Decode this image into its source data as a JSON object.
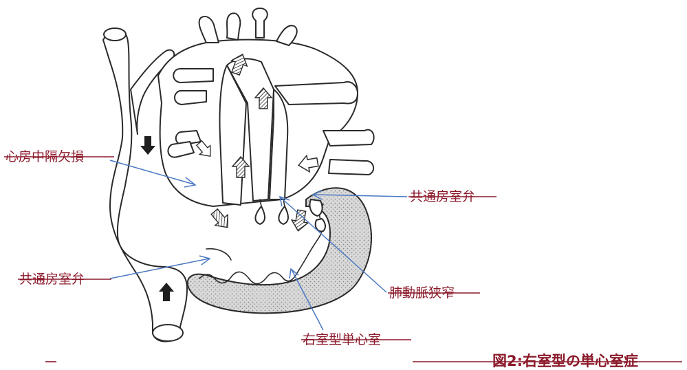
{
  "labels": {
    "atrial_septal_defect": "心房中隔欠損",
    "common_av_valve_right": "共通房室弁",
    "common_av_valve_left": "共通房室弁",
    "pulmonary_stenosis": "肺動脈狭窄",
    "right_ventricular_single_ventricle": "右室型単心室"
  },
  "caption": "図2:右室型の単心室症",
  "colors": {
    "label_text": "#8b1a2b",
    "leader_line": "#4a78c2",
    "ink": "#2a2a2a"
  }
}
